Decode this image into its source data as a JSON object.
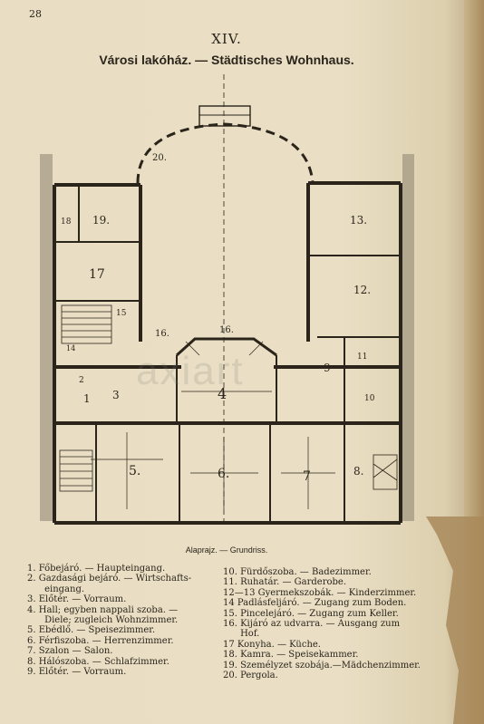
{
  "page_number": "28",
  "roman_numeral": "XIV.",
  "title": "Városi lakóház. — Städtisches Wohnhaus.",
  "caption": "Alaprajz. — Grundriss.",
  "watermark": "axiart",
  "room_labels": [
    "1",
    "2",
    "3",
    "4",
    "5.",
    "6.",
    "7",
    "8.",
    "9",
    "10",
    "11",
    "12.",
    "13.",
    "14",
    "15",
    "16.",
    "16.",
    "17",
    "18",
    "19.",
    "20."
  ],
  "legend_left": [
    "1. Főbejáró. — Haupteingang.",
    "2. Gazdasági bejáró. — Wirtschafts-\n      eingang.",
    "3. Előtér. — Vorraum.",
    "4. Hall; egyben nappali szoba. —\n      Diele; zugleich Wohnzimmer.",
    "5. Ebédlő. — Speisezimmer.",
    "6. Férfiszoba. — Herrenzimmer.",
    "7. Szalon — Salon.",
    "8. Hálószoba. — Schlafzimmer.",
    "9. Előtér. — Vorraum."
  ],
  "legend_right": [
    "10. Fürdőszoba. — Badezimmer.",
    "11. Ruhatár. — Garderobe.",
    "12—13 Gyermekszobák. — Kinderzimmer.",
    "14 Padlásfeljáró. — Zugang zum Boden.",
    "15. Pincelejáró. — Zugang zum Keller.",
    "16. Kijáró az udvarra. — Ausgang zum\n      Hof.",
    "17 Konyha. — Küche.",
    "18. Kamra. — Speisekammer.",
    "19. Személyzet szobája.—Mädchenzimmer.",
    "20. Pergola."
  ]
}
